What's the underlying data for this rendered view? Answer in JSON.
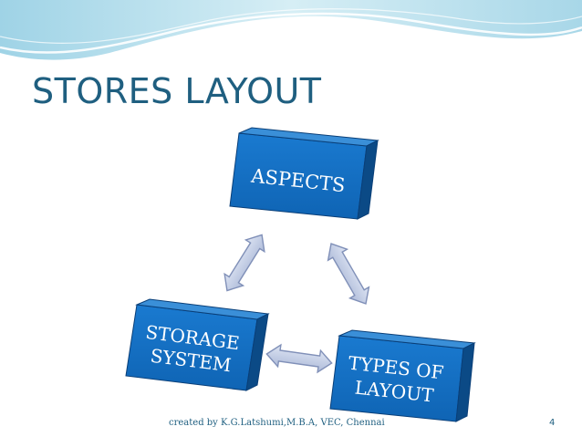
{
  "slide": {
    "title": "STORES LAYOUT",
    "footer": "created by K.G.Latshumi,M.B.A, VEC, Chennai",
    "page_number": "4"
  },
  "diagram": {
    "nodes": {
      "aspects": "ASPECTS",
      "types_line1": "TYPES OF",
      "types_line2": "LAYOUT",
      "storage_line1": "STORAGE",
      "storage_line2": "SYSTEM"
    }
  },
  "colors": {
    "title": "#1f5f80",
    "box_front": "#1470c2",
    "box_side": "#0b4a86",
    "arrow_fill": "#c6cfe6",
    "wave": "#bfe3ee"
  }
}
